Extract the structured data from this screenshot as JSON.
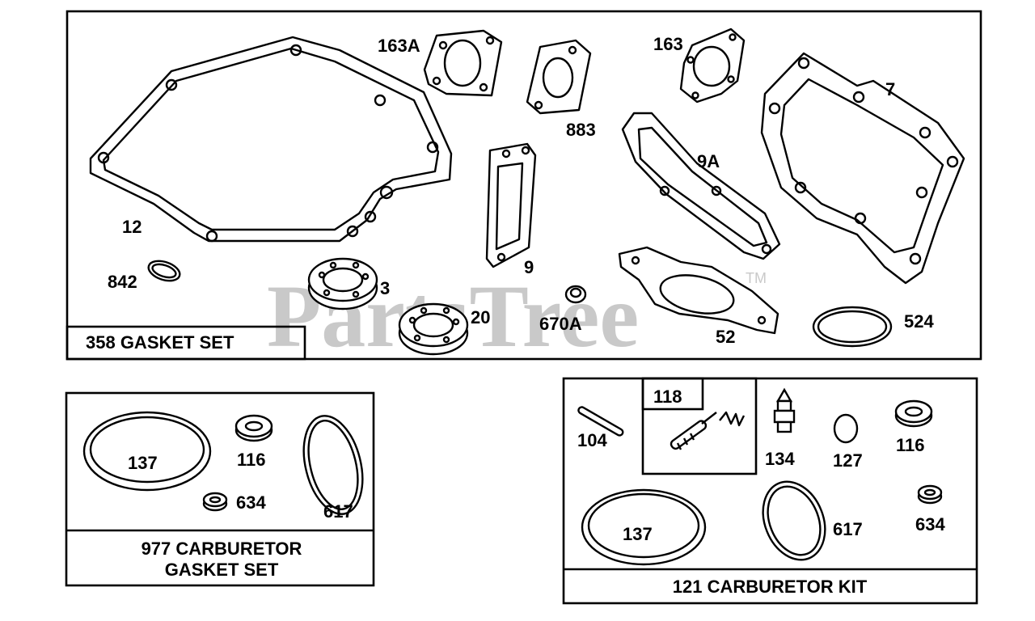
{
  "watermark": {
    "text": "PartsTree",
    "trademark": "TM"
  },
  "panels": {
    "gasket_set": {
      "title": "358 GASKET SET",
      "labels": {
        "p12": "12",
        "p163a": "163A",
        "p163": "163",
        "p883": "883",
        "p7": "7",
        "p9a": "9A",
        "p9": "9",
        "p842": "842",
        "p3": "3",
        "p20": "20",
        "p670a": "670A",
        "p52": "52",
        "p524": "524"
      }
    },
    "carb_gasket_set": {
      "title_line1": "977 CARBURETOR",
      "title_line2": "GASKET SET",
      "labels": {
        "p137": "137",
        "p116": "116",
        "p634": "634",
        "p617": "617"
      }
    },
    "carb_kit": {
      "title": "121 CARBURETOR KIT",
      "sub_box_label": "118",
      "labels": {
        "p104": "104",
        "p134": "134",
        "p127": "127",
        "p116": "116",
        "p137": "137",
        "p617": "617",
        "p634": "634"
      }
    }
  },
  "colors": {
    "line": "#000000",
    "watermark": "#c9c9c9",
    "background": "#ffffff"
  }
}
